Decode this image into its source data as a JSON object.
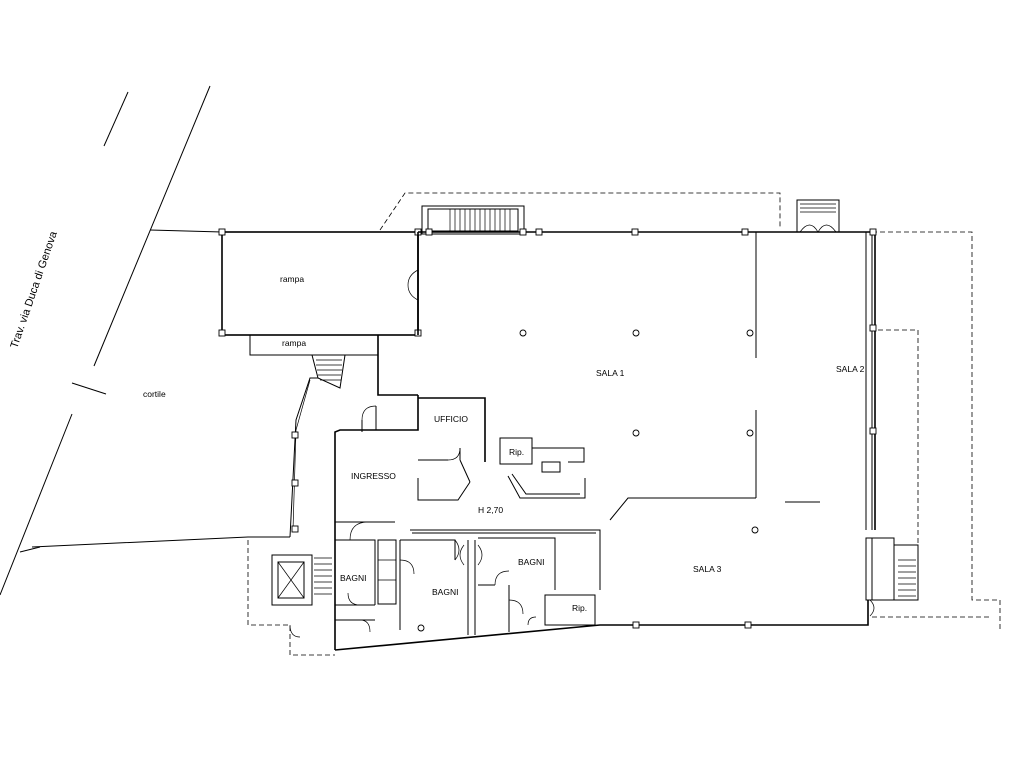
{
  "street_label": "Trav. via Duca di Genova",
  "labels": {
    "rampa_upper": "rampa",
    "rampa_lower": "rampa",
    "cortile": "cortile",
    "ufficio": "UFFICIO",
    "rip_center": "Rip.",
    "ingresso": "INGRESSO",
    "height": "H 2,70",
    "sala1": "SALA 1",
    "sala2": "SALA 2",
    "sala3": "SALA 3",
    "bagni_left": "BAGNI",
    "bagni_mid": "BAGNI",
    "bagni_right": "BAGNI",
    "rip_bottom": "Rip."
  }
}
